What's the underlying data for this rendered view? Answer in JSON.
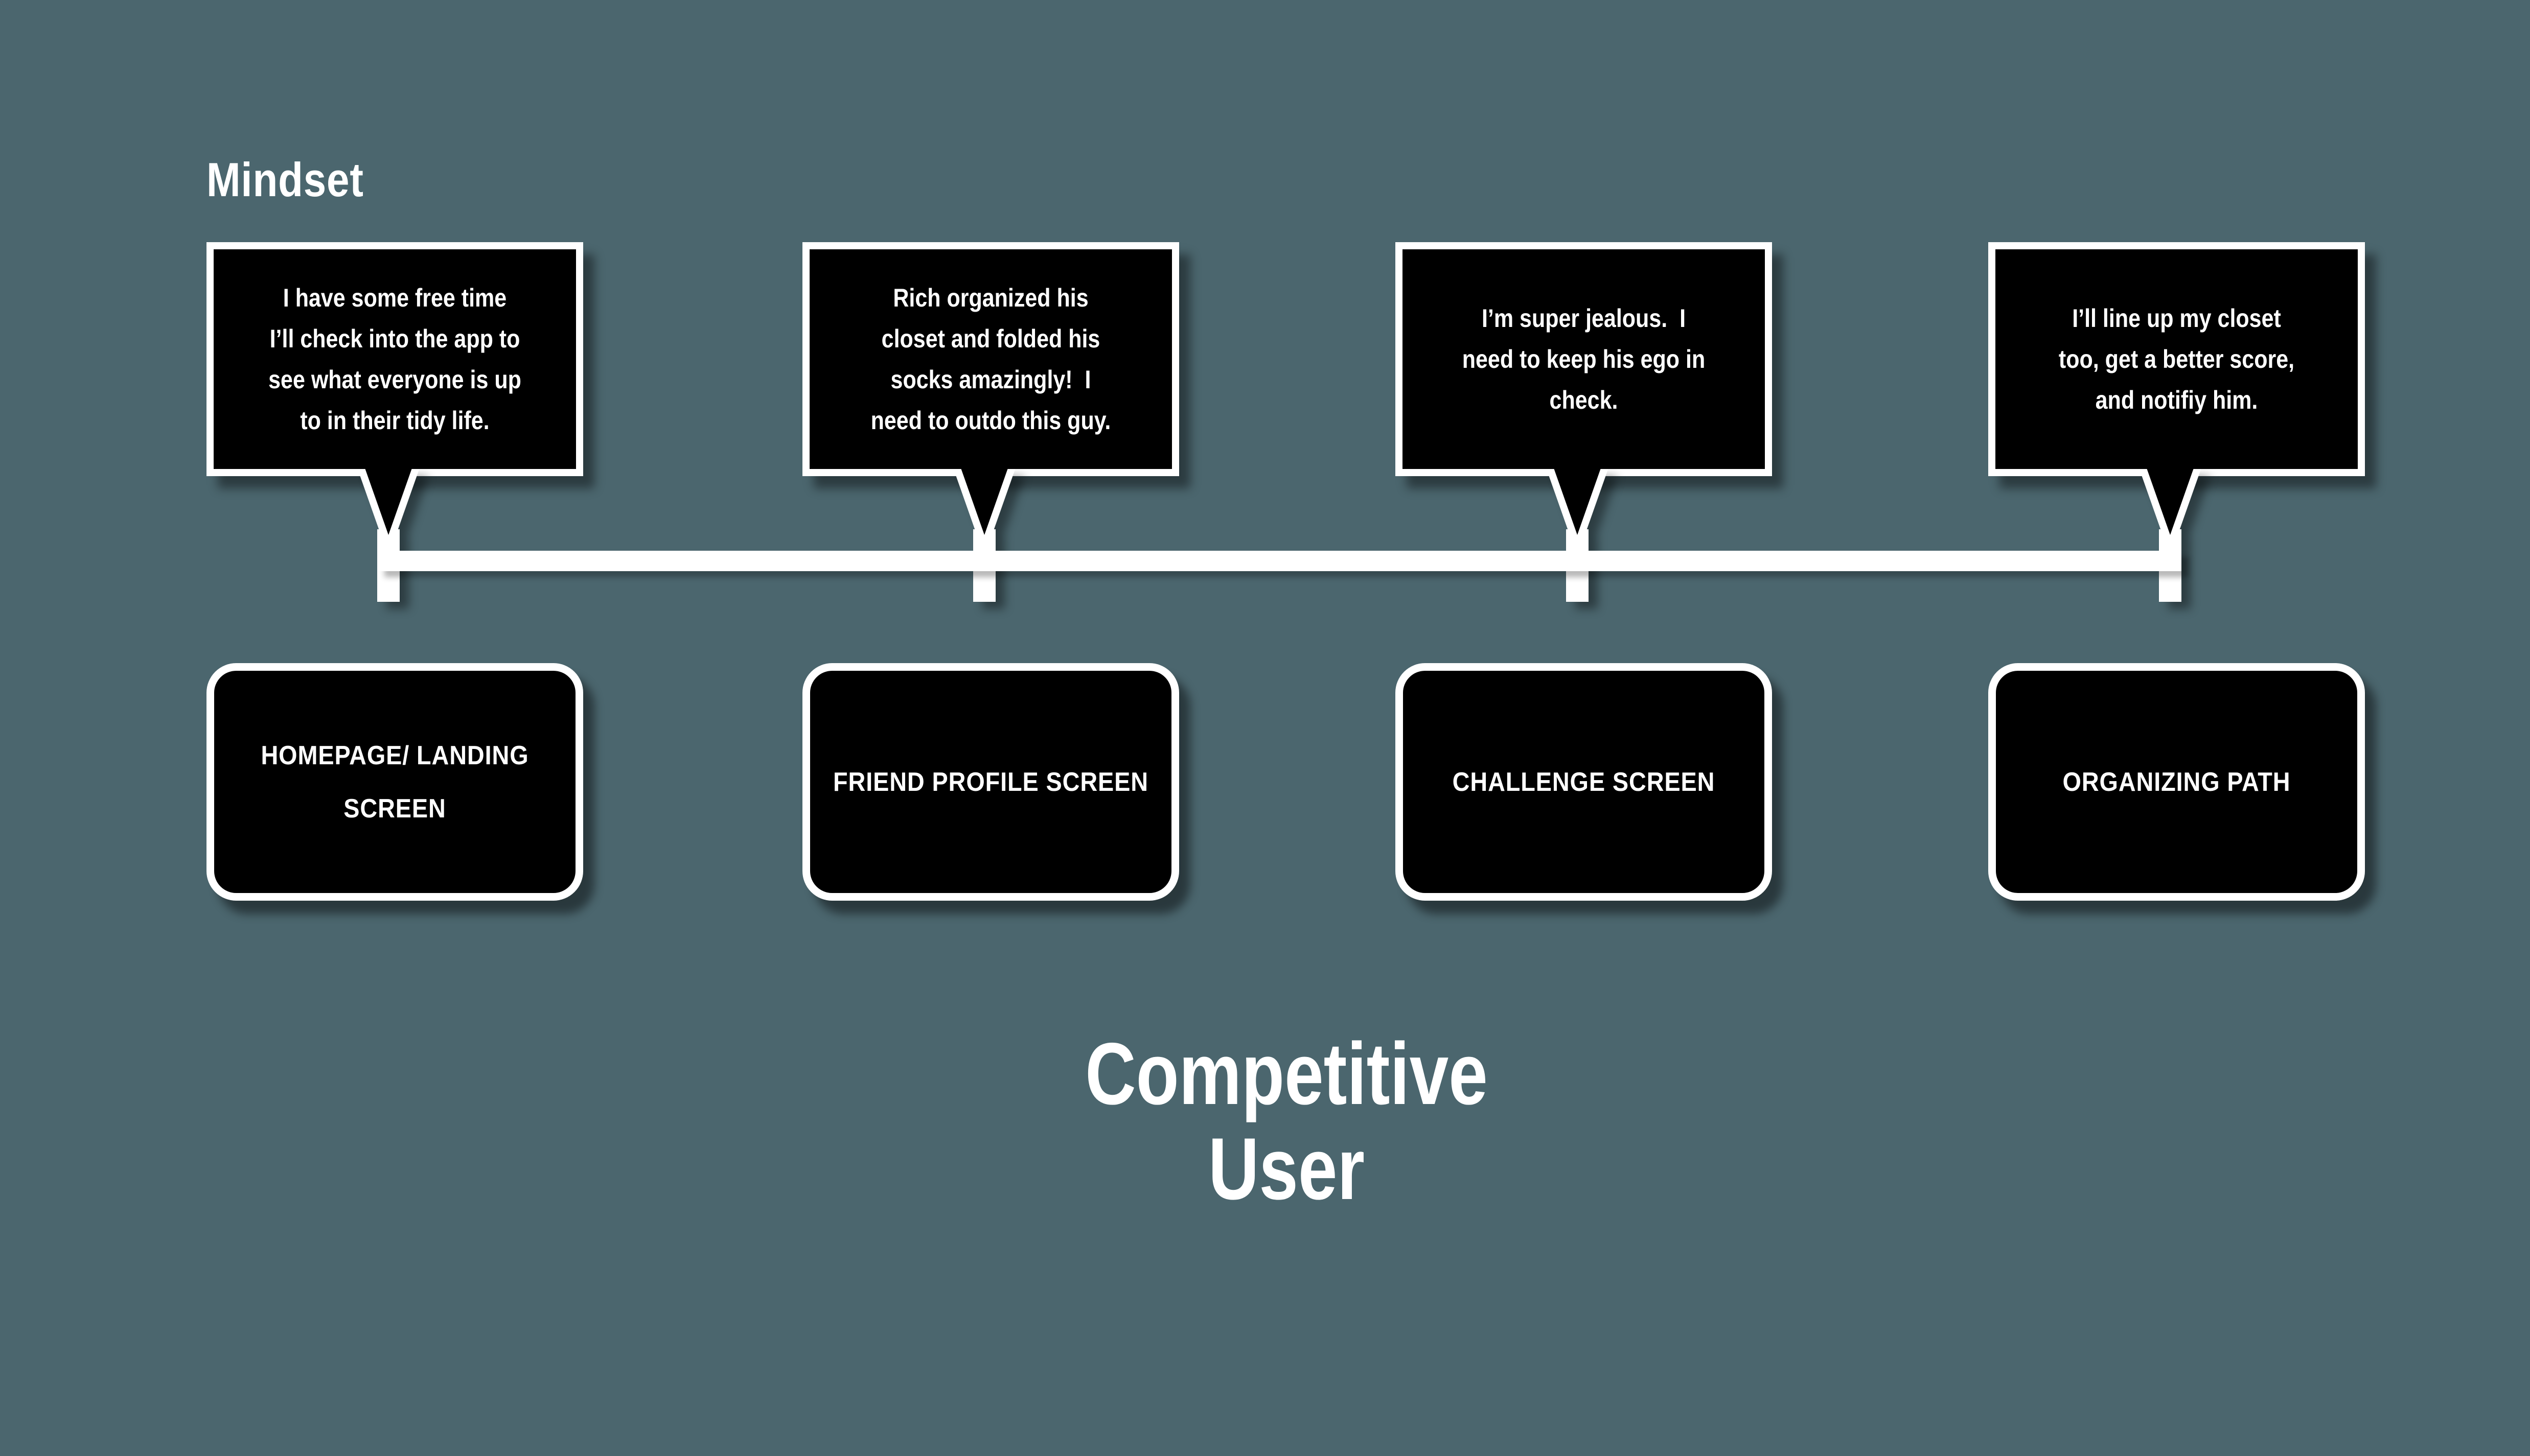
{
  "header": {
    "section_label": "Mindset"
  },
  "persona": {
    "title": "Competitive\nUser"
  },
  "steps": [
    {
      "thought": "I have some free time\nI’ll check into the app to\nsee what everyone is up\nto in their tidy life.",
      "screen": "HOMEPAGE/ LANDING\nSCREEN"
    },
    {
      "thought": "Rich organized his\ncloset and folded his\nsocks amazingly!  I\nneed to outdo this guy.",
      "screen": "FRIEND PROFILE SCREEN"
    },
    {
      "thought": "I’m super jealous.  I\nneed to keep his ego in\ncheck.",
      "screen": "CHALLENGE SCREEN"
    },
    {
      "thought": "I’ll line up my closet\ntoo, get a better score,\nand notifiy him.",
      "screen": "ORGANIZING PATH"
    }
  ],
  "colors": {
    "background": "#4b666e",
    "shape_fill": "#000000",
    "shape_border": "#ffffff",
    "text": "#ffffff"
  }
}
